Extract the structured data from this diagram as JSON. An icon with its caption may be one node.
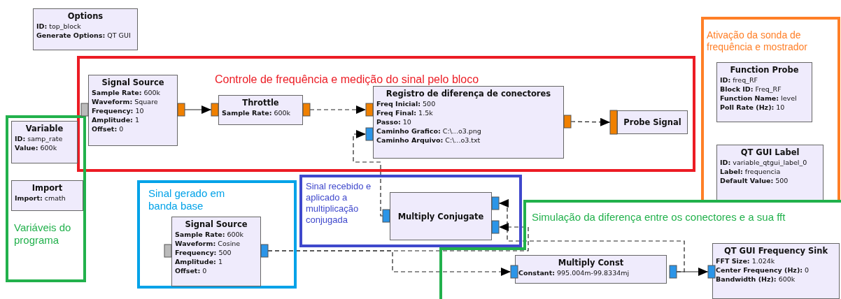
{
  "diagram": {
    "nodes": [
      {
        "text": [
          "Options",
          "**ID:** top_block",
          "**Generate Options:** QT GUI"
        ]
      },
      {
        "text": [
          "Controle de frequência e medição do sinal pelo bloco"
        ]
      },
      {
        "text": [
          "Signal Source",
          "**Sample Rate:** 600k",
          "**Waveform:** Square",
          "**Frequency:** 10",
          "**Amplitude:** 1",
          "**Offset:** 0"
        ],
        "in": 1
      },
      {
        "text": [
          "Throttle",
          "**Sample Rate:** 600k"
        ],
        "in": 1
      },
      {
        "text": [
          "Registro de diferença de conectores",
          "**Freq Inicial:** 500",
          "**Freq Final:** 1.5k",
          "**Passo:** 10",
          "**Caminho Grafico:** C:\\...o3.png",
          "**Caminho Arquivo:** C:\\...o3.txt"
        ],
        "in": 1
      },
      {
        "text": [
          "Probe Signal"
        ],
        "in": 1
      },
      {
        "text": [
          "Ativação da sonda de frequência e mostrador"
        ]
      },
      {
        "text": [
          "Function Probe",
          "**ID:** freq_RF",
          "**Block ID:** Freq_RF",
          "**Function Name:** level",
          "**Poll Rate (Hz):** 10"
        ],
        "in": 6
      },
      {
        "text": [
          "QT GUI Label",
          "**ID:** variable_qtgui_label_0",
          "**Label:** frequencia",
          "**Default Value:** 500"
        ],
        "in": 6
      },
      {
        "text": [
          "Variáveis do programa"
        ]
      },
      {
        "text": [
          "Variable",
          "**ID:** samp_rate",
          "**Value:** 600k"
        ],
        "in": 9
      },
      {
        "text": [
          "Import",
          "**Import:** cmath"
        ],
        "in": 9
      },
      {
        "text": [
          "Sinal gerado em banda base"
        ]
      },
      {
        "text": [
          "Signal Source",
          "**Sample Rate:** 600k",
          "**Waveform:** Cosine",
          "**Frequency:** 500",
          "**Amplitude:** 1",
          "**Offset:** 0"
        ],
        "in": 12
      },
      {
        "text": [
          "Sinal recebido e aplicado a multiplicação conjugada"
        ]
      },
      {
        "text": [
          "Multiply Conjugate"
        ],
        "in": 14
      },
      {
        "text": [
          "Simulação da diferença entre os conectores e a sua fft"
        ]
      },
      {
        "text": [
          "Multiply Const",
          "**Constant:** 995.004m-99.8334mj"
        ],
        "in": 16
      },
      {
        "text": [
          "QT GUI Frequency Sink",
          "**FFT Size:** 1.024k",
          "**Center Frequency (Hz):** 0",
          "**Bandwidth (Hz):** 600k"
        ],
        "in": 16
      }
    ],
    "edges": [
      {
        "from": 2,
        "to": 3,
        "arrow": "to"
      },
      {
        "from": 3,
        "to": 4,
        "arrow": "to",
        "style": "dashed"
      },
      {
        "from": 4,
        "to": 5,
        "arrow": "to",
        "style": "dashed"
      },
      {
        "from": 15,
        "to": 4,
        "arrow": "to",
        "style": "dashed"
      },
      {
        "from": 13,
        "to": 15,
        "arrow": "to",
        "style": "dashed"
      },
      {
        "from": 13,
        "to": 17,
        "arrow": "to",
        "style": "dashed"
      },
      {
        "from": 17,
        "to": 15,
        "arrow": "to",
        "style": "dashed"
      },
      {
        "from": 17,
        "to": 18,
        "arrow": "to"
      }
    ]
  }
}
